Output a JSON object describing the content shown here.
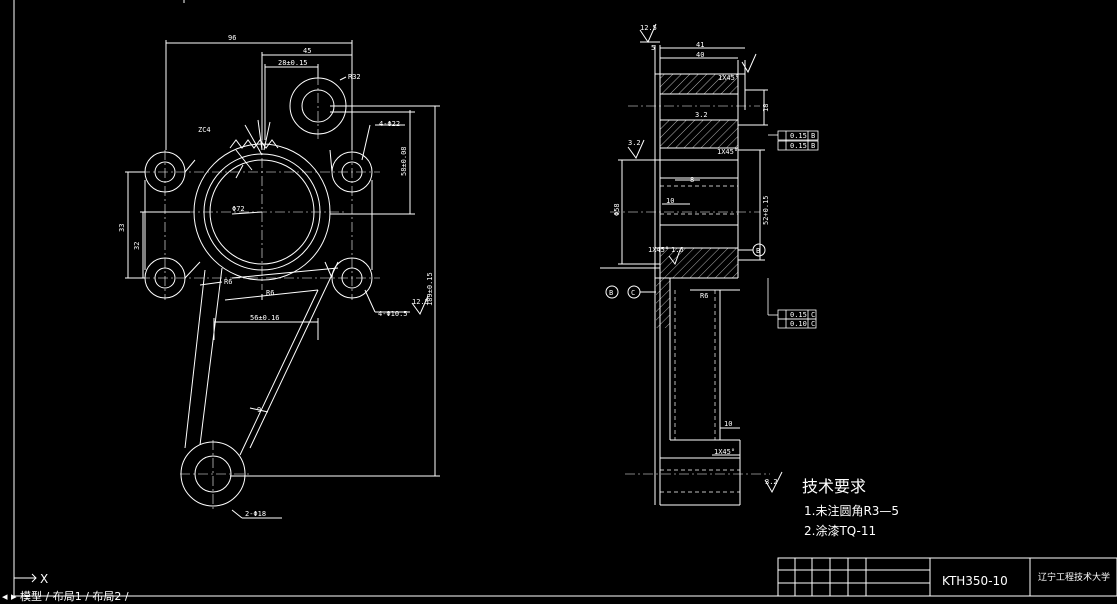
{
  "dimensions": {
    "d96": "96",
    "d45": "45",
    "d28": "28±0.15",
    "dR32": "R32",
    "d4phi22": "4-Φ22",
    "d58": "58±0.08",
    "d33": "33",
    "d32": "32",
    "dR6a": "R6",
    "dR6b": "R6",
    "d56": "56±0.16",
    "d4phi105": "4-Φ10.5",
    "d189": "189±0.15",
    "d125": "12.5",
    "d9": "9",
    "d2phi18": "2-Φ18",
    "dphi72": "Φ72",
    "dZC4": "ZC4",
    "d41": "41",
    "d40": "40",
    "d5": "5",
    "d18": "18",
    "d1x45a": "1X45°",
    "d1x45b": "1X45°",
    "d1x45c": "1X45°",
    "d1x45d": "1X45°",
    "d10a": "10",
    "d10b": "10",
    "d8": "8",
    "d16": "1.6",
    "dphi58": "Φ58",
    "d52": "52+0.15",
    "dR6side": "R6",
    "d32s": "3.2",
    "d32r": "3.2",
    "d32b": "3.2",
    "d125r": "12.5"
  },
  "tolerances": {
    "t1a": "0.15",
    "t1b": "B",
    "t2a": "0.15",
    "t2b": "B",
    "t3a": "0.15",
    "t3b": "C",
    "t4a": "0.10",
    "t4b": "C"
  },
  "datums": {
    "b1": "B",
    "b2": "B",
    "c": "C"
  },
  "notes": {
    "title": "技术要求",
    "line1": "1.未注圆角R3—5",
    "line2": "2.涂漆TQ-11"
  },
  "title_block": {
    "drawing_no": "KTH350-10",
    "school": "辽宁工程技术大学"
  },
  "status": {
    "axis_label": "X",
    "tabs_text": "◂ ▸ 模型 / 布局1 / 布局2 /"
  },
  "colors": {
    "background": "#000000",
    "lines": "#ffffff"
  }
}
